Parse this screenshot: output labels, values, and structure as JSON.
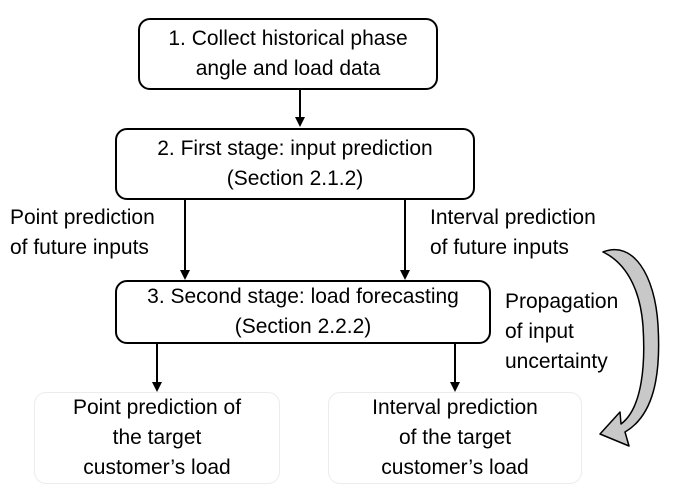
{
  "steps": [
    {
      "lines": [
        "1. Collect historical phase",
        "angle and load data"
      ]
    },
    {
      "lines": [
        "2. First stage: input prediction",
        "(Section 2.1.2)"
      ]
    },
    {
      "lines": [
        "3. Second stage: load forecasting",
        "(Section 2.2.2)"
      ]
    }
  ],
  "branch_labels": {
    "point": [
      "Point prediction",
      "of future inputs"
    ],
    "interval": [
      "Interval prediction",
      "of future inputs"
    ]
  },
  "propagation_label": [
    "Propagation",
    "of input",
    "uncertainty"
  ],
  "outputs": {
    "point": [
      "Point prediction of",
      "the target",
      "customer’s load"
    ],
    "interval": [
      "Interval prediction",
      "of the target",
      "customer’s load"
    ]
  },
  "colors": {
    "propagation_arrow_fill": "#c8c8c8",
    "result_box_border": "#ececec"
  }
}
